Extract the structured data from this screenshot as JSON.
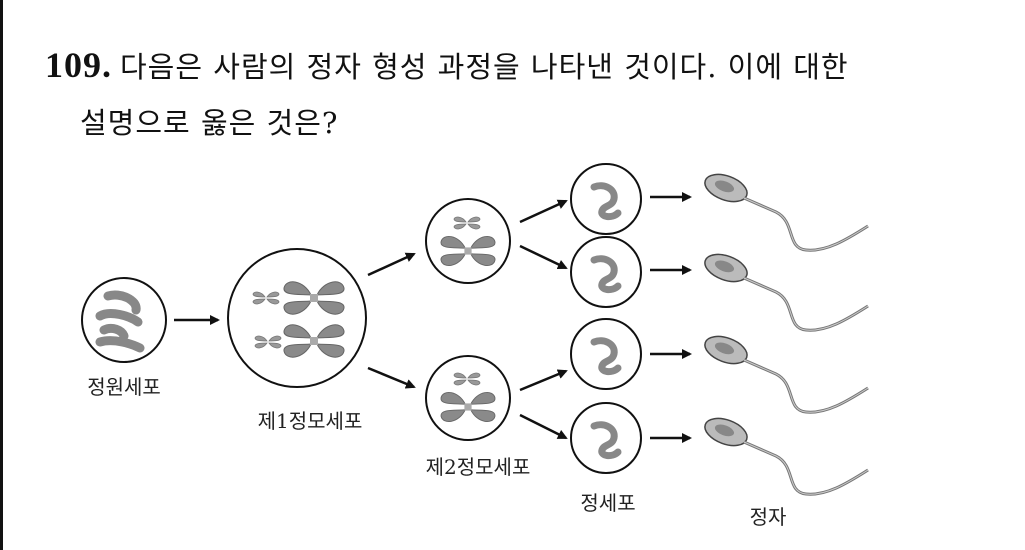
{
  "question": {
    "number": "109.",
    "line1": "다음은 사람의 정자 형성 과정을 나타낸 것이다. 이에 대한",
    "line2": "설명으로 옳은 것은?"
  },
  "diagram": {
    "labels": {
      "spermatogonium": "정원세포",
      "primary_spermatocyte": "제1정모세포",
      "secondary_spermatocyte": "제2정모세포",
      "spermatid": "정세포",
      "sperm": "정자"
    }
  }
}
